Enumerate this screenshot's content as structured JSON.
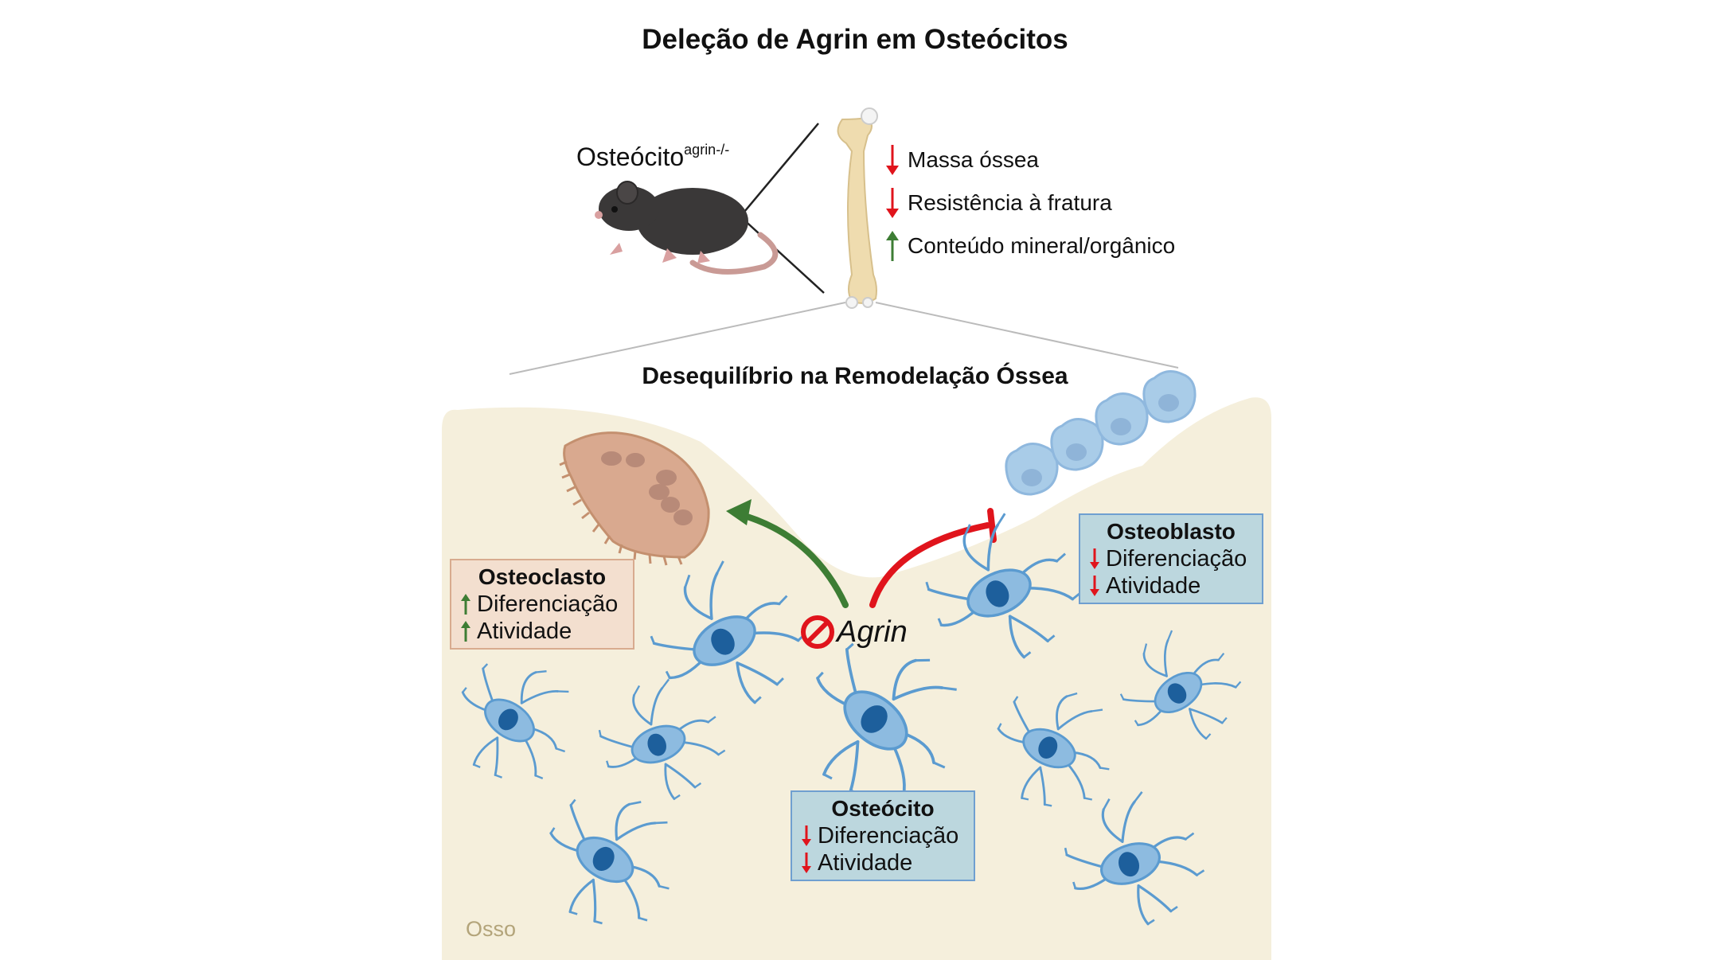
{
  "title": "Deleção de Agrin em Osteócitos",
  "mouse_label": {
    "base": "Osteócito",
    "superscript": "agrin-/-"
  },
  "bone_effects": [
    {
      "direction": "down",
      "text": "Massa óssea"
    },
    {
      "direction": "down",
      "text": "Resistência à fratura"
    },
    {
      "direction": "up",
      "text": "Conteúdo mineral/orgânico"
    }
  ],
  "subtitle": "Desequilíbrio na Remodelação Óssea",
  "agrin_label": "Agrin",
  "bone_region_label": "Osso",
  "cell_boxes": {
    "osteoclast": {
      "title": "Osteoclasto",
      "lines": [
        {
          "direction": "up",
          "text": "Diferenciação"
        },
        {
          "direction": "up",
          "text": "Atividade"
        }
      ]
    },
    "osteoblast": {
      "title": "Osteoblasto",
      "lines": [
        {
          "direction": "down",
          "text": "Diferenciação"
        },
        {
          "direction": "down",
          "text": "Atividade"
        }
      ]
    },
    "osteocyte": {
      "title": "Osteócito",
      "lines": [
        {
          "direction": "down",
          "text": "Diferenciação"
        },
        {
          "direction": "down",
          "text": "Atividade"
        }
      ]
    }
  },
  "colors": {
    "up": "#3d7d34",
    "down": "#e0141c",
    "bone_matrix": "#f5efdc",
    "osteoclast": "#d9a98f",
    "osteoblast": "#a9cce8",
    "osteocyte": "#5b9bd0"
  },
  "icons": [
    "mouse-illustration",
    "femur-illustration",
    "prohibition-icon",
    "osteoclast-cell",
    "osteoblast-cell",
    "osteocyte-cell"
  ]
}
